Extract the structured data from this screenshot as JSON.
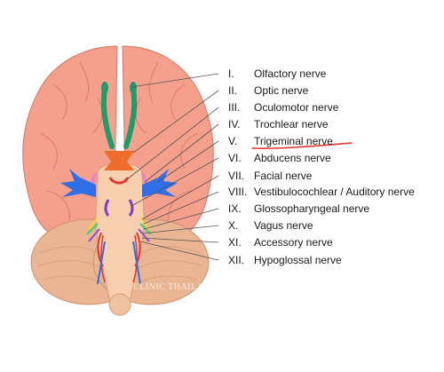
{
  "nerves": [
    {
      "numeral": "I.",
      "name": "Olfactory nerve"
    },
    {
      "numeral": "II.",
      "name": "Optic nerve"
    },
    {
      "numeral": "III.",
      "name": "Oculomotor nerve"
    },
    {
      "numeral": "IV.",
      "name": "Trochlear nerve"
    },
    {
      "numeral": "V.",
      "name": "Trigeminal nerve"
    },
    {
      "numeral": "VI.",
      "name": "Abducens nerve"
    },
    {
      "numeral": "VII.",
      "name": "Facial nerve"
    },
    {
      "numeral": "VIII.",
      "name": "Vestibulocochlear / Auditory nerve"
    },
    {
      "numeral": "IX.",
      "name": "Glossopharyngeal nerve"
    },
    {
      "numeral": "X.",
      "name": "Vagus nerve"
    },
    {
      "numeral": "XI.",
      "name": "Accessory nerve"
    },
    {
      "numeral": "XII.",
      "name": "Hypoglossal nerve"
    }
  ],
  "highlighted_nerve": "V.",
  "watermark": "CLINIC THAILAND",
  "colors": {
    "cerebrum": "#f4a08c",
    "cerebrum_outline": "#d97563",
    "brainstem": "#f7cfae",
    "cerebellum": "#e9b593",
    "olfactory": "#1f9c6b",
    "optic": "#ee6d2a",
    "trigeminal": "#2f6fe8",
    "highlight_underline": "#e3342f",
    "leader_line": "#555555"
  }
}
